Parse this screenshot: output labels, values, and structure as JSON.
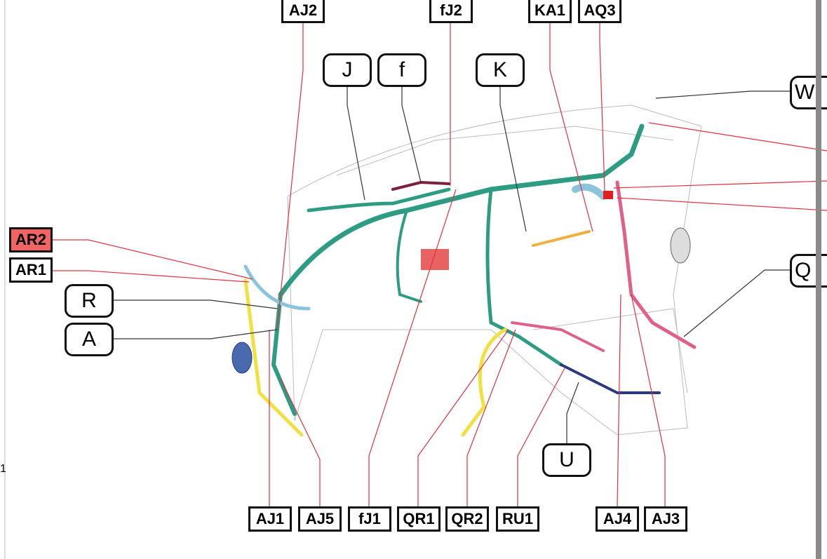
{
  "title": "Instrument panel wire harness connector locations",
  "page_marker": "1",
  "connector_labels": {
    "AJ2": "AJ2",
    "fJ2": "fJ2",
    "KA1": "KA1",
    "AQ3": "AQ3",
    "AR2": "AR2",
    "AR1": "AR1",
    "AJ1": "AJ1",
    "AJ5": "AJ5",
    "fJ1": "fJ1",
    "QR1": "QR1",
    "QR2": "QR2",
    "RU1": "RU1",
    "AJ4": "AJ4",
    "AJ3": "AJ3"
  },
  "harness_labels": {
    "J": "J",
    "f": "f",
    "K": "K",
    "W": "W",
    "R": "R",
    "A": "A",
    "Q": "Q",
    "U": "U"
  },
  "colors": {
    "highlight": "#f06464",
    "harness_main": "#2e9c82",
    "harness_light": "#8cc4dc",
    "harness_yellow": "#f0e040",
    "harness_pink": "#e0608a",
    "harness_navy": "#2a3a80",
    "leader_red": "#e03040"
  }
}
